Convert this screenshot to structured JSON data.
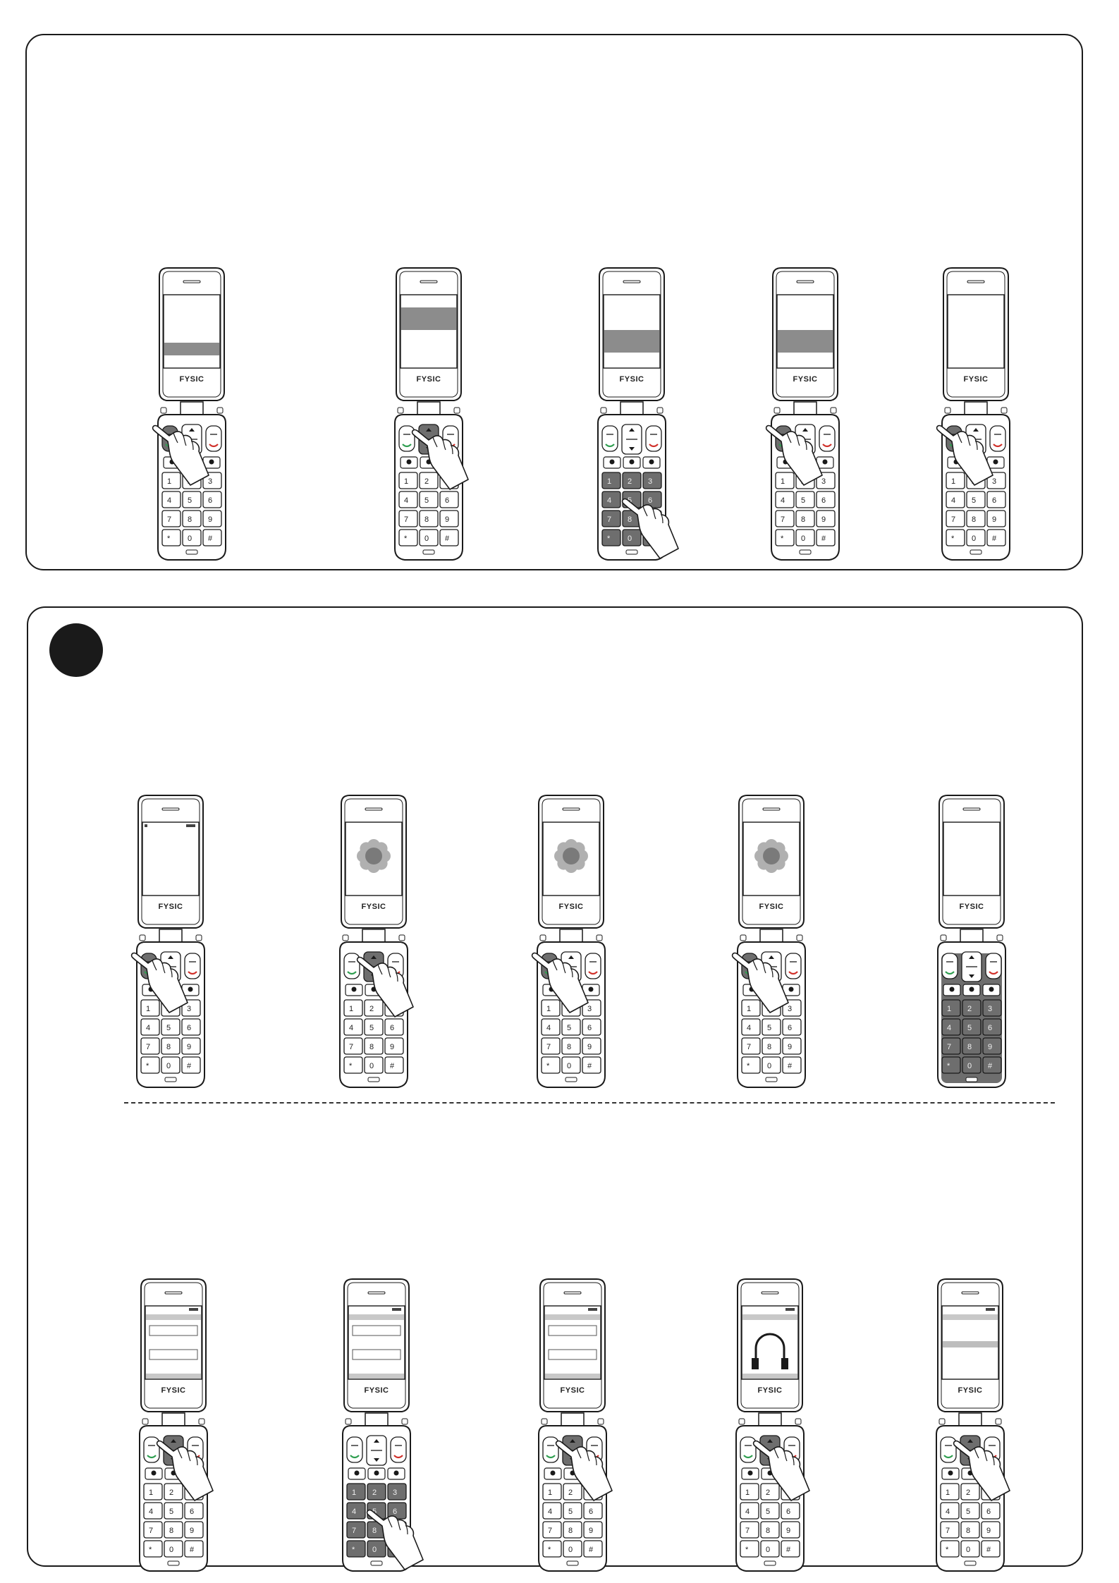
{
  "brand": "FYSIC",
  "colors": {
    "ink": "#1a1a1a",
    "highlight": "#6e6e6e",
    "screen_band": "#8c8c8c",
    "call_green": "#2e9e4f",
    "end_red": "#d0302a",
    "flower": "#9a9a9a"
  },
  "keypad_labels": [
    "1",
    "2",
    "3",
    "4",
    "5",
    "6",
    "7",
    "8",
    "9",
    "*",
    "0",
    "#"
  ],
  "top_panel": {
    "phones": [
      {
        "screen": "band-low",
        "pressed": "left-soft",
        "hand_icon": "pointing-hand-icon"
      },
      {
        "screen": "band-high",
        "pressed": "nav-down",
        "hand_icon": "pointing-hand-icon"
      },
      {
        "screen": "band-mid",
        "pressed": "keypad",
        "hand_icon": "pointing-hand-icon"
      },
      {
        "screen": "band-mid",
        "pressed": "left-soft",
        "hand_icon": "pointing-hand-icon"
      },
      {
        "screen": "blank",
        "pressed": "left-soft",
        "hand_icon": "pointing-hand-icon"
      }
    ]
  },
  "bottom_panel": {
    "step_badge_icon": "step-circle-icon",
    "row1": [
      {
        "screen": "home",
        "pressed": "left-soft",
        "hand_icon": "pointing-hand-icon"
      },
      {
        "screen": "flower",
        "pressed": "nav",
        "hand_icon": "pointing-hand-icon"
      },
      {
        "screen": "flower",
        "pressed": "left-soft",
        "hand_icon": "pointing-hand-icon"
      },
      {
        "screen": "flower",
        "pressed": "left-soft",
        "hand_icon": "pointing-hand-icon"
      },
      {
        "screen": "blank",
        "pressed": "keypad-all",
        "hand_icon": ""
      }
    ],
    "row2": [
      {
        "screen": "form",
        "pressed": "nav",
        "hand_icon": "pointing-hand-icon"
      },
      {
        "screen": "form",
        "pressed": "keypad",
        "hand_icon": "pointing-hand-icon"
      },
      {
        "screen": "form",
        "pressed": "nav",
        "hand_icon": "pointing-hand-icon"
      },
      {
        "screen": "headphones",
        "pressed": "nav",
        "hand_icon": "pointing-hand-icon"
      },
      {
        "screen": "list",
        "pressed": "nav",
        "hand_icon": "pointing-hand-icon"
      }
    ]
  }
}
